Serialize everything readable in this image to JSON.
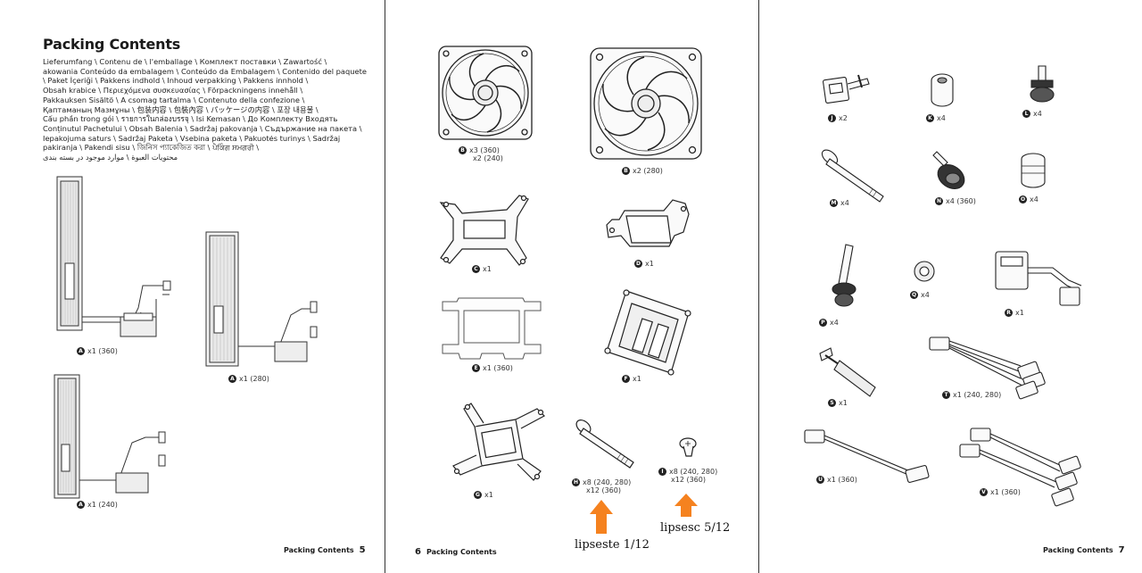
{
  "page5": {
    "title": "Packing Contents",
    "translations": [
      "Lieferumfang \\ Contenu de \\ l'emballage \\ Комплект поставки \\ Zawartość \\",
      "akowania Conteúdo da embalagem \\ Conteúdo da Embalagem \\ Contenido del paquete",
      "\\ Paket İçeriği \\ Pakkens indhold \\ Inhoud verpakking \\ Pakkens innhold \\",
      "Obsah krabice \\ Περιεχόμενα συσκευασίας \\ Förpackningens innehåll \\",
      "Pakkauksen Sisältö \\ A csomag tartalma \\ Contenuto della confezione \\",
      "Қаптаманың Мазмұны \\ 包装内容 \\ 包裝內容 \\ パッケージの内容 \\ 포장 내용물 \\",
      "Cấu phần trong gói \\ รายการในกล่องบรรจุ \\ Isi Kemasan \\ До Комплекту Входять",
      "Conținutul Pachetului \\ Obsah Balenia \\ Sadržaj pakovanja \\ Съдържание на пакета \\",
      "Iepakojuma saturs \\ Sadržaj Paketa \\ Vsebina paketa \\ Pakuotės turinys \\ Sadržaj",
      "pakiranja \\ Pakendi sisu \\ জিনিস প্যাকেজিত করা \\ ਪੈਕਿੰਗ ਸਮਗਰੀ \\",
      "محتويات العبوة \\ موارد موجود در بسته بندی"
    ],
    "items": {
      "a360": {
        "letter": "A",
        "qty": "x1 (360)"
      },
      "a280": {
        "letter": "A",
        "qty": "x1 (280)"
      },
      "a240": {
        "letter": "A",
        "qty": "x1 (240)"
      }
    },
    "footer": {
      "text": "Packing Contents",
      "page": "5"
    }
  },
  "page6": {
    "items": {
      "b1": {
        "letter": "B",
        "qty": "x3 (360)",
        "qty2": "x2 (240)"
      },
      "b2": {
        "letter": "B",
        "qty": "x2 (280)"
      },
      "c": {
        "letter": "C",
        "qty": "x1"
      },
      "d": {
        "letter": "D",
        "qty": "x1"
      },
      "e": {
        "letter": "E",
        "qty": "x1 (360)"
      },
      "f": {
        "letter": "F",
        "qty": "x1"
      },
      "g": {
        "letter": "G",
        "qty": "x1"
      },
      "h": {
        "letter": "H",
        "qty": "x8 (240, 280)",
        "qty2": "x12 (360)"
      },
      "i": {
        "letter": "I",
        "qty": "x8 (240, 280)",
        "qty2": "x12 (360)"
      }
    },
    "notes": {
      "h": "lipseste 1/12",
      "i": "lipsesc 5/12"
    },
    "arrow_color": "#f5821f",
    "footer": {
      "text": "Packing Contents",
      "page": "6"
    }
  },
  "page7": {
    "items": {
      "j": {
        "letter": "J",
        "qty": "x2"
      },
      "k": {
        "letter": "K",
        "qty": "x4"
      },
      "l": {
        "letter": "L",
        "qty": "x4"
      },
      "m": {
        "letter": "M",
        "qty": "x4"
      },
      "n": {
        "letter": "N",
        "qty": "x4 (360)"
      },
      "o": {
        "letter": "O",
        "qty": "x4"
      },
      "p": {
        "letter": "P",
        "qty": "x4"
      },
      "q": {
        "letter": "Q",
        "qty": "x4"
      },
      "r": {
        "letter": "R",
        "qty": "x1"
      },
      "s": {
        "letter": "S",
        "qty": "x1"
      },
      "t": {
        "letter": "T",
        "qty": "x1 (240, 280)"
      },
      "u": {
        "letter": "U",
        "qty": "x1 (360)"
      },
      "v": {
        "letter": "V",
        "qty": "x1 (360)"
      }
    },
    "footer": {
      "text": "Packing Contents",
      "page": "7"
    }
  }
}
